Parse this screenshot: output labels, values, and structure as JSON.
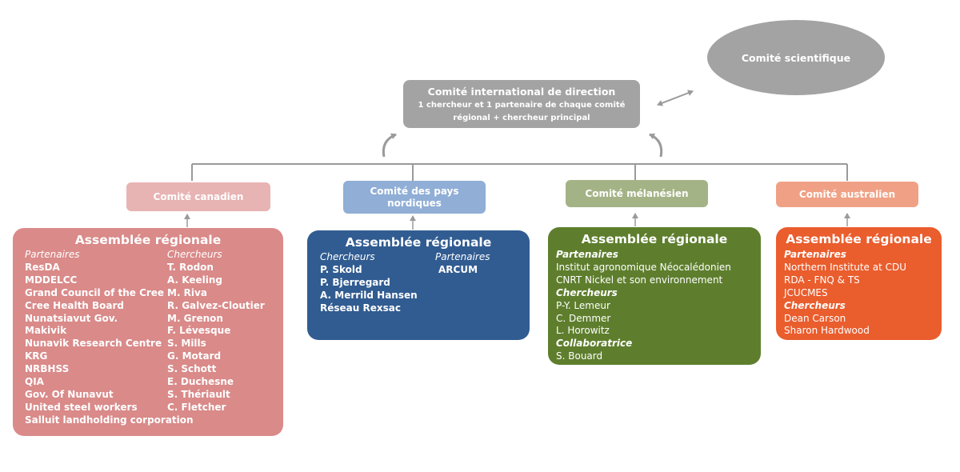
{
  "colors": {
    "grey": "#a3a3a3",
    "canada_header": "#e8b3b3",
    "canada_body": "#d98a89",
    "nordic_header": "#90aed6",
    "nordic_body": "#315c91",
    "melanesia_header": "#a4b386",
    "melanesia_body": "#5e7e2d",
    "australia_header": "#f0a185",
    "australia_body": "#ea5d2d"
  },
  "scientific_committee": "Comité scientifique",
  "central": {
    "title": "Comité international de direction",
    "line1": "1 chercheur et 1 partenaire de chaque comité",
    "line2": "régional + chercheur principal"
  },
  "committees": {
    "canada": "Comité canadien",
    "nordic_l1": "Comité des pays",
    "nordic_l2": "nordiques",
    "melanesia": "Comité mélanésien",
    "australia": "Comité australien"
  },
  "canada": {
    "title": "Assemblée régionale",
    "partners_label": "Partenaires",
    "researchers_label": "Chercheurs",
    "partners": [
      "ResDA",
      "MDDELCC",
      "Grand Council of the Cree",
      "Cree Health Board",
      "Nunatsiavut Gov.",
      "Makivik",
      "Nunavik Research Centre",
      "KRG",
      "NRBHSS",
      "QIA",
      "Gov. Of Nunavut",
      "United steel workers"
    ],
    "researchers": [
      "T. Rodon",
      "A. Keeling",
      "M. Riva",
      "R. Galvez-Cloutier",
      "M. Grenon",
      "F. Lévesque",
      "S. Mills",
      "G. Motard",
      "S. Schott",
      "E. Duchesne",
      "S. Thériault",
      "C. Fletcher"
    ],
    "footer": "Salluit landholding corporation"
  },
  "nordic": {
    "title": "Assemblée régionale",
    "researchers_label": "Chercheurs",
    "partners_label": "Partenaires",
    "researchers": [
      "P. Skold",
      "P. Bjerregard",
      "A. Merrild  Hansen",
      "Réseau Rexsac"
    ],
    "partners": [
      "ARCUM"
    ]
  },
  "melanesia": {
    "title": "Assemblée régionale",
    "partners_label": "Partenaires",
    "partners": [
      "Institut agronomique Néocalédonien",
      "CNRT Nickel et son environnement"
    ],
    "researchers_label": "Chercheurs",
    "researchers": [
      "P-Y. Lemeur",
      "C. Demmer",
      "L. Horowitz"
    ],
    "collab_label": "Collaboratrice",
    "collab": [
      "S. Bouard"
    ]
  },
  "australia": {
    "title": "Assemblée régionale",
    "partners_label": "Partenaires",
    "partners": [
      "Northern Institute at CDU",
      "RDA - FNQ & TS",
      "JCUCMES"
    ],
    "researchers_label": "Chercheurs",
    "researchers": [
      "Dean Carson",
      "Sharon Hardwood"
    ]
  }
}
